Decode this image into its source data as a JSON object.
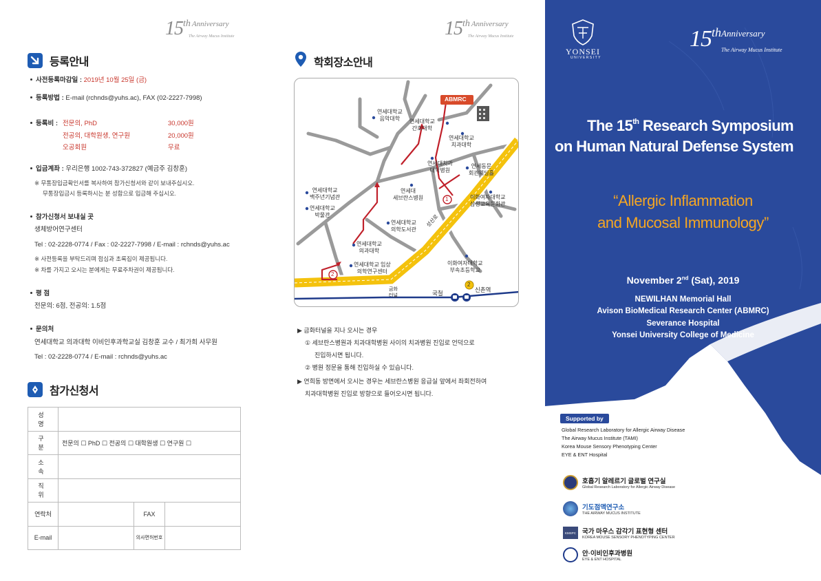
{
  "anniversary": {
    "number": "15",
    "suffix": "th",
    "word": "Anniversary",
    "sub": "The Airway Mucus Institute"
  },
  "registration": {
    "heading": "등록안내",
    "deadline_label": "사전등록마감일 :",
    "deadline_value": "2019년 10월 25일 (금)",
    "method_label": "등록방법 :",
    "method_value": "E-mail (rchnds@yuhs.ac), FAX (02-2227-7998)",
    "fee_label": "등록비 :",
    "fees": [
      {
        "type": "전문의, PhD",
        "amount": "30,000원"
      },
      {
        "type": "전공의, 대학원생, 연구원",
        "amount": "20,000원"
      },
      {
        "type": "오공회원",
        "amount": "무료"
      }
    ],
    "account_label": "입금계좌 :",
    "account_value": "우리은행 1002-743-372827 (예금주 김창훈)",
    "account_notes": [
      "※ 무통장입금확인서를 복사하여 참가신청서와 같이 보내주십시오.",
      "무통장입금시 등록하시는 분 성함으로 입금해 주십시오."
    ],
    "send_label": "참가신청서 보내실 곳",
    "send_org": "생체방어연구센터",
    "send_contact": "Tel : 02-2228-0774 / Fax : 02-2227-7998 / E-mail : rchnds@yuhs.ac",
    "send_notes": [
      "※ 사전등록을 부탁드리며 점심과 초록집이 제공됩니다.",
      "※ 차를 가지고 오시는 분에게는 무료주차권이 제공됩니다."
    ],
    "credit_label": "평  점",
    "credit_value": "전문의: 6점, 전공의: 1.5점",
    "inquiry_label": "문의처",
    "inquiry_person": "연세대학교 의과대학 이비인후과학교실 김창훈 교수 / 최가희 사무원",
    "inquiry_contact": "Tel : 02-2228-0774 / E-mail : rchnds@yuhs.ac"
  },
  "application": {
    "heading": "참가신청서",
    "rows": {
      "name": "성  명",
      "category": "구  분",
      "category_options": "전문의 ☐   PhD ☐   전공의 ☐   대학원생 ☐   연구원 ☐",
      "affiliation": "소  속",
      "position": "직  위",
      "phone": "연락처",
      "fax": "FAX",
      "email": "E-mail",
      "license": "의사면허번호"
    }
  },
  "venue": {
    "heading": "학회장소안내",
    "map_labels": {
      "abmrc": "ABMRC",
      "music": "연세대학교\n음악대학",
      "nursing": "연세대학교\n간호대학",
      "dental": "연세대학교\n치과대학",
      "dental_hosp": "연세대치과\n대학병원",
      "wedding": "연세동문\n회관웨딩홀",
      "centennial": "연세대학교\n백주년기념관",
      "museum": "연세대학교\n박물관",
      "severance": "연세대\n세브란스병원",
      "library": "연세대학교\n의학도서관",
      "medical": "연세대학교\n의과대학",
      "clinical": "연세대학교 임상\n의학연구센터",
      "ewha_edu": "이화여자대학교\n삼성교육문화관",
      "ewha_elem": "이화여자대학교\n부속초등학교",
      "road": "성산로",
      "tunnel": "금화\n터널",
      "railway": "국철",
      "station": "신촌역",
      "marker1": "1",
      "marker2": "2",
      "marker3": "2"
    },
    "directions": [
      "▶ 금화터널을 지나 오시는 경우",
      "① 세브란스병원과 치과대학병원 사이의 치과병원 진입로 언덕으로",
      "진입하시면 됩니다.",
      "② 병원 정문을 통해 진입하실 수 있습니다.",
      "▶ 연희동 방면에서 오시는 경우는 세브란스병원 응급실 앞에서 좌회전하여",
      "치과대학병원 진입로 방향으로 들어오시면 됩니다."
    ]
  },
  "cover": {
    "university": "YONSEI",
    "university_sub": "UNIVERSITY",
    "title_line1": "The 15",
    "title_sup": "th",
    "title_line1b": " Research Symposium",
    "title_line2": "on Human Natural Defense System",
    "theme_line1": "“Allergic Inflammation",
    "theme_line2": "and Mucosal Immunology”",
    "date_pre": "November 2",
    "date_sup": "nd",
    "date_post": " (Sat), 2019",
    "venue_lines": [
      "NEWILHAN Memorial Hall",
      "Avison BioMedical Research Center (ABMRC)",
      "Severance Hospital",
      "Yonsei University College of Medicine"
    ],
    "supported_by": "Supported by",
    "supporters": [
      "Global Research Laboratory for Allergic Airway Disease",
      "The Airway Mucus Institute (TAMI)",
      "Korea Mouse Sensory Phenotyping Center",
      "EYE & ENT Hospital"
    ],
    "logos": [
      {
        "title": "호흡기 알레르기 글로벌 연구실",
        "sub": "Global Research Laboratory for Allergic Airway Disease"
      },
      {
        "title": "기도점액연구소",
        "sub": "THE AIRWAY MUCUS INSTITUTE"
      },
      {
        "title": "국가 마우스 감각기 표현형 센터",
        "sub": "KOREA MOUSE SENSORY PHENOTYPING CENTER",
        "badge": "KMSPC"
      },
      {
        "title": "안·이비인후과병원",
        "sub": "EYE & ENT HOSPITAL"
      }
    ]
  },
  "colors": {
    "brand_blue": "#2a4a9c",
    "accent_orange": "#f5a623",
    "text_red": "#c8352b",
    "route_red": "#c0202a",
    "road_yellow": "#f4c20d"
  }
}
